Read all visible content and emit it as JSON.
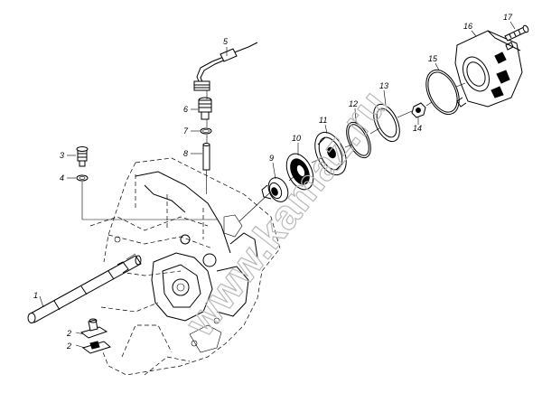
{
  "watermark": "www.kamaz.ru",
  "parts": [
    {
      "id": "p1",
      "label": "1"
    },
    {
      "id": "p2a",
      "label": "2"
    },
    {
      "id": "p2b",
      "label": "2"
    },
    {
      "id": "p3",
      "label": "3"
    },
    {
      "id": "p4",
      "label": "4"
    },
    {
      "id": "p5",
      "label": "5"
    },
    {
      "id": "p6",
      "label": "6"
    },
    {
      "id": "p7",
      "label": "7"
    },
    {
      "id": "p8",
      "label": "8"
    },
    {
      "id": "p9",
      "label": "9"
    },
    {
      "id": "p10",
      "label": "10"
    },
    {
      "id": "p11",
      "label": "11"
    },
    {
      "id": "p12",
      "label": "12"
    },
    {
      "id": "p13",
      "label": "13"
    },
    {
      "id": "p14",
      "label": "14"
    },
    {
      "id": "p15",
      "label": "15"
    },
    {
      "id": "p16",
      "label": "16"
    },
    {
      "id": "p17",
      "label": "17"
    }
  ]
}
